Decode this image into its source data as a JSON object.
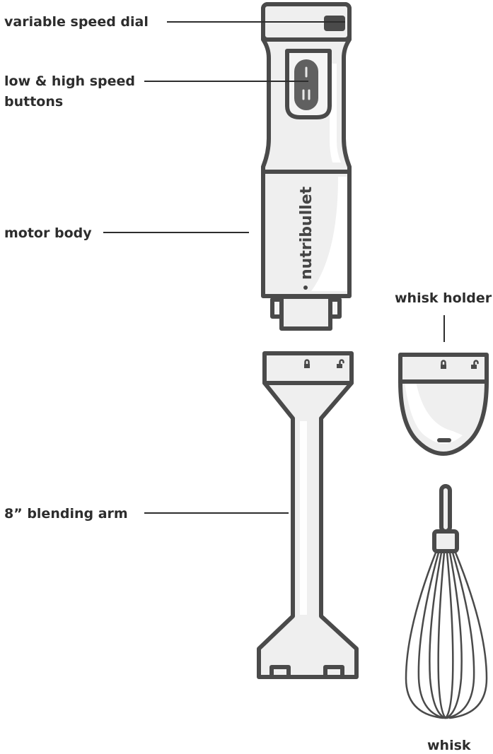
{
  "labels": {
    "speed_dial": "variable speed dial",
    "buttons_line1": "low & high speed",
    "buttons_line2": "buttons",
    "motor_body": "motor body",
    "whisk_holder": "whisk holder",
    "blending_arm": "8” blending arm",
    "whisk": "whisk"
  },
  "brand_text": "nutribullet",
  "buttons": {
    "low_mark": "I",
    "high_mark": "II"
  },
  "icons": [
    "lock-icon",
    "unlock-icon"
  ],
  "colors": {
    "outline": "#4a4a4a",
    "body_fill": "#efefef",
    "highlight": "#ffffff",
    "button_panel": "#606060",
    "text": "#2d2d2d"
  }
}
